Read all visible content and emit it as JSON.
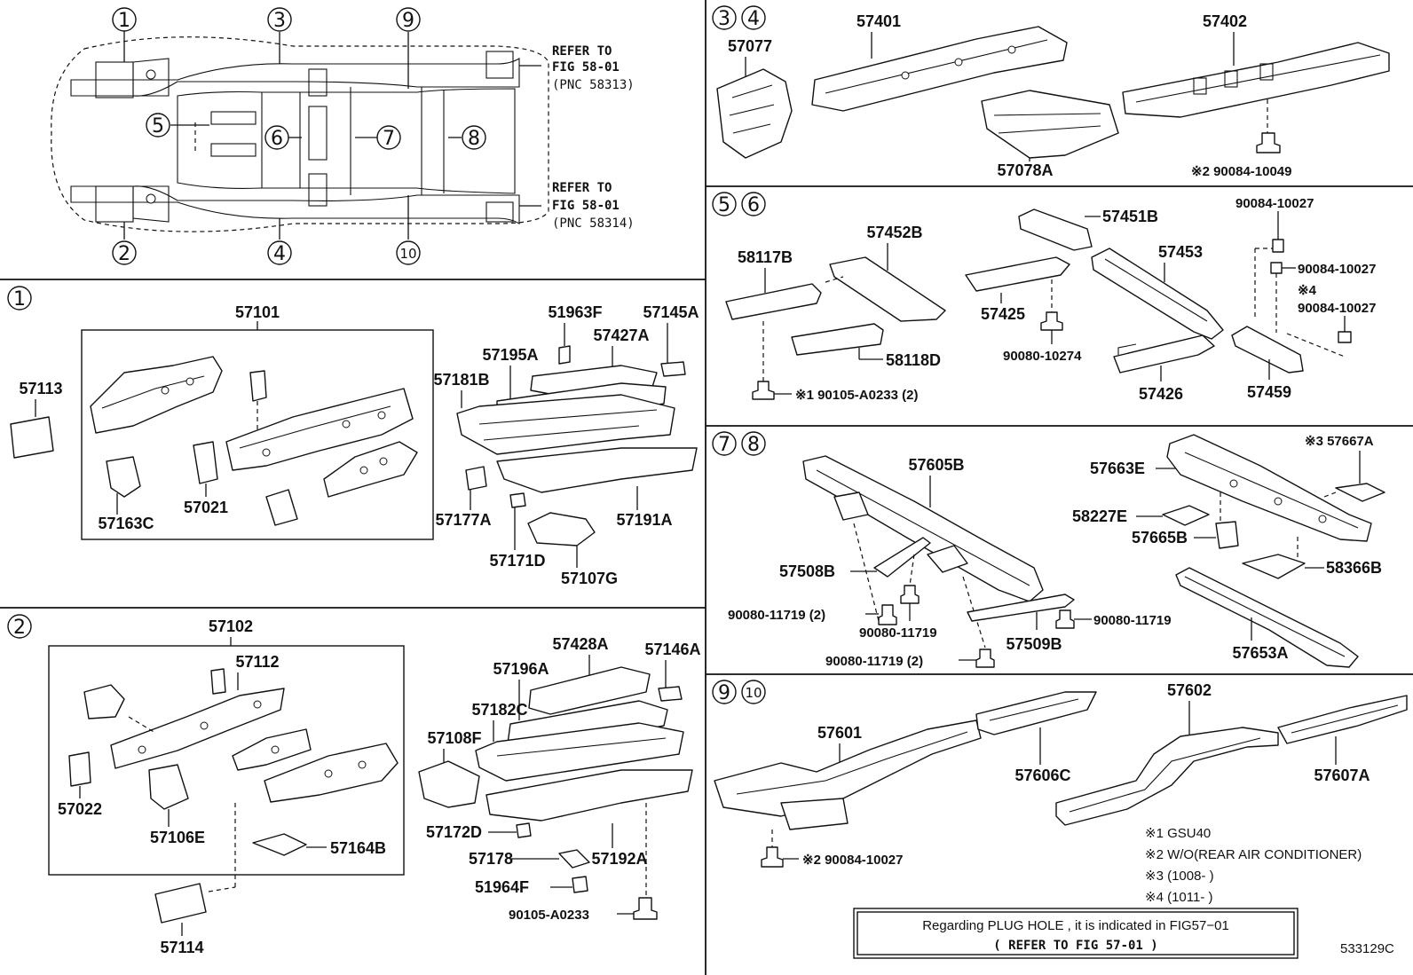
{
  "overview": {
    "callouts": [
      "1",
      "2",
      "3",
      "4",
      "5",
      "6",
      "7",
      "8",
      "9",
      "10"
    ],
    "refer_top": {
      "line1": "REFER TO",
      "line2": "FIG 58-01",
      "line3": "(PNC 58313)"
    },
    "refer_bottom": {
      "line1": "REFER TO",
      "line2": "FIG 58-01",
      "line3": "(PNC 58314)"
    }
  },
  "section_1": {
    "headers": [
      "1"
    ],
    "parts": {
      "p57101": "57101",
      "p57113": "57113",
      "p57163C": "57163C",
      "p57021": "57021",
      "p51963F": "51963F",
      "p57145A": "57145A",
      "p57195A": "57195A",
      "p57427A": "57427A",
      "p57181B": "57181B",
      "p57177A": "57177A",
      "p57191A": "57191A",
      "p57171D": "57171D",
      "p57107G": "57107G"
    }
  },
  "section_2": {
    "headers": [
      "2"
    ],
    "parts": {
      "p57102": "57102",
      "p57112": "57112",
      "p57022": "57022",
      "p57106E": "57106E",
      "p57164B": "57164B",
      "p57114": "57114",
      "p57428A": "57428A",
      "p57146A": "57146A",
      "p57196A": "57196A",
      "p57182C": "57182C",
      "p57108F": "57108F",
      "p57172D": "57172D",
      "p57178": "57178",
      "p57192A": "57192A",
      "p51964F": "51964F",
      "p90105A0233": "90105-A0233"
    }
  },
  "section_34": {
    "headers": [
      "3",
      "4"
    ],
    "parts": {
      "p57077": "57077",
      "p57401": "57401",
      "p57402": "57402",
      "p57078A": "57078A",
      "bolt_note": "※2 90084-10049"
    }
  },
  "section_56": {
    "headers": [
      "5",
      "6"
    ],
    "parts": {
      "p57451B": "57451B",
      "p90084_10027_a": "90084-10027",
      "p57452B": "57452B",
      "p58117B": "58117B",
      "p57453": "57453",
      "p90084_10027_b": "90084-10027",
      "mark4": "※4",
      "p90084_10027_c": "90084-10027",
      "p57425": "57425",
      "p58118D": "58118D",
      "p90080_10274": "90080-10274",
      "p90105_A0233_2": "※1 90105-A0233 (2)",
      "p57426": "57426",
      "p57459": "57459"
    }
  },
  "section_78": {
    "headers": [
      "7",
      "8"
    ],
    "parts": {
      "p57605B": "57605B",
      "p57663E": "57663E",
      "p57667A": "※3 57667A",
      "p58227E": "58227E",
      "p57665B": "57665B",
      "p57508B": "57508B",
      "p58366B": "58366B",
      "p90080_11719_a": "90080-11719 (2)",
      "p90080_11719_b": "90080-11719",
      "p90080_11719_c": "90080-11719",
      "p90080_11719_d": "90080-11719 (2)",
      "p57509B": "57509B",
      "p57653A": "57653A"
    }
  },
  "section_910": {
    "headers": [
      "9",
      "10"
    ],
    "parts": {
      "p57601": "57601",
      "p57602": "57602",
      "p57606C": "57606C",
      "p57607A": "57607A",
      "bolt_note": "※2 90084-10027"
    }
  },
  "notes": {
    "n1": "※1 GSU40",
    "n2": "※2 W/O(REAR AIR CONDITIONER)",
    "n3": "※3 (1008-    )",
    "n4": "※4 (1011-    )"
  },
  "plug_note": {
    "line1": "Regarding  PLUG HOLE , it is  indicated  in FIG57−01",
    "line2": "(   REFER TO FIG 57-01 )"
  },
  "figure_code": "533129C"
}
